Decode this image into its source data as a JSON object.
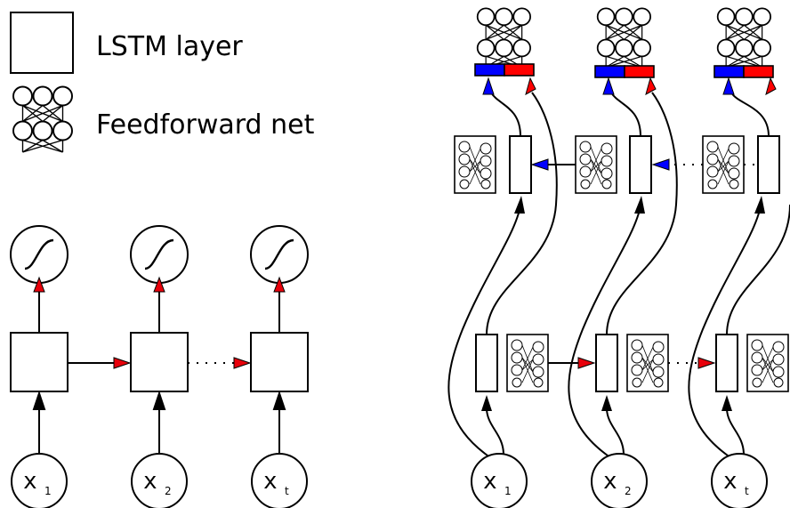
{
  "legend": {
    "lstm_label": "LSTM layer",
    "ffn_label": "Feedforward net"
  },
  "inputs": {
    "symbol": "x",
    "subscripts": [
      "1",
      "2",
      "t"
    ]
  },
  "colors": {
    "forward_arrow": "#e8000b",
    "backward_arrow": "#0000ff",
    "input_arrow": "#000000",
    "output_forward": "#ff0000",
    "output_backward": "#0000ff"
  }
}
